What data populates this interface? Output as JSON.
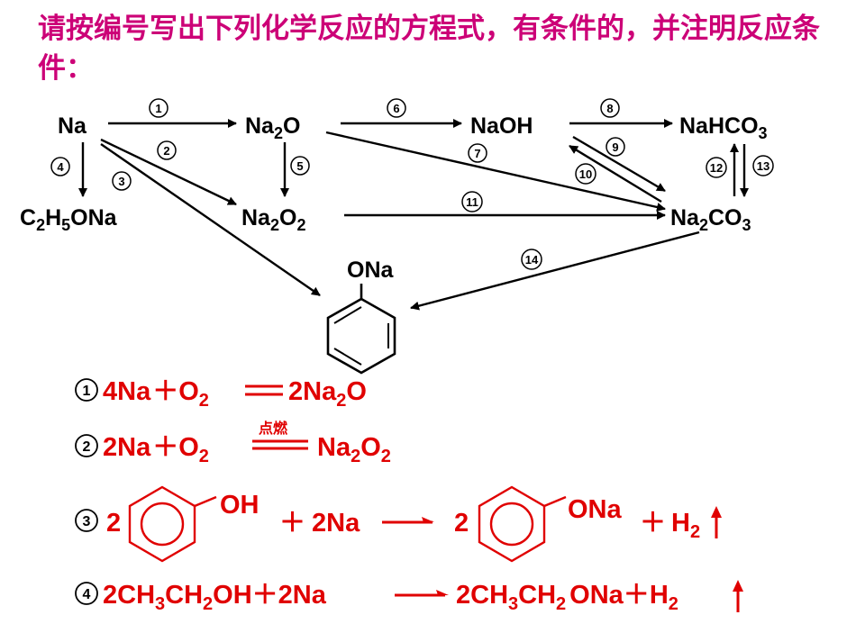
{
  "instruction": "请按编号写出下列化学反应的方程式，有条件的，并注明反应条件：",
  "nodes": {
    "na": "Na",
    "na2o": [
      "Na",
      "2",
      "O"
    ],
    "naoh": "NaOH",
    "nahco3": [
      "NaHCO",
      "3"
    ],
    "c2h5ona": [
      "C",
      "2",
      "H",
      "5",
      "ONa"
    ],
    "na2o2": [
      "Na",
      "2",
      "O",
      "2"
    ],
    "na2co3": [
      "Na",
      "2",
      "CO",
      "3"
    ],
    "phenoxide_label": "ONa"
  },
  "arrow_labels": [
    "1",
    "2",
    "3",
    "4",
    "5",
    "6",
    "7",
    "8",
    "9",
    "10",
    "11",
    "12",
    "13",
    "14"
  ],
  "equations": {
    "eq1": {
      "num": "1",
      "lhs": [
        "4Na",
        "＋",
        "O",
        "2"
      ],
      "rhs": [
        "2Na",
        "2",
        "O"
      ]
    },
    "eq2": {
      "num": "2",
      "lhs": [
        "2Na",
        "＋",
        "O",
        "2"
      ],
      "condition": "点燃",
      "rhs": [
        "Na",
        "2",
        "O",
        "2"
      ]
    },
    "eq3": {
      "num": "3",
      "coef1": "2",
      "group1": "OH",
      "plus1": "＋",
      "reagent": "2Na",
      "coef2": "2",
      "group2": "ONa",
      "plus2": "＋",
      "gas": [
        "H",
        "2"
      ]
    },
    "eq4": {
      "num": "4",
      "lhs": [
        "2CH",
        "3",
        "CH",
        "2",
        "OH",
        "＋",
        "2Na"
      ],
      "rhs": [
        "2CH",
        "3",
        "CH",
        "2",
        "ONa",
        "＋",
        "H",
        "2"
      ]
    }
  }
}
